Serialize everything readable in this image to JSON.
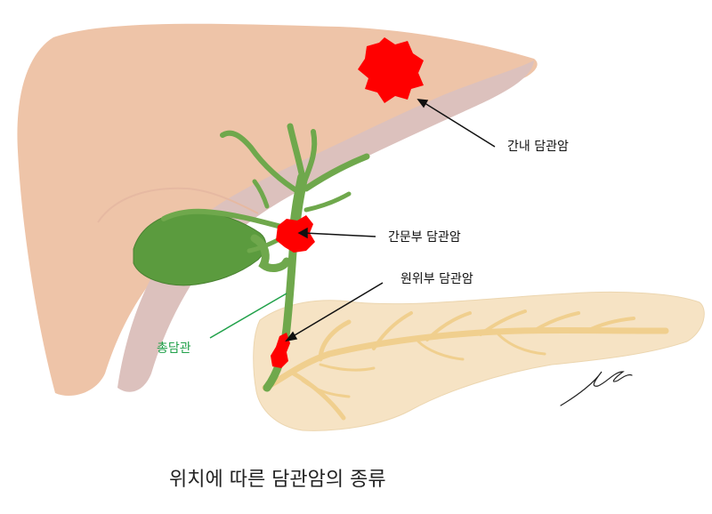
{
  "labels": {
    "intrahepatic": "간내 담관암",
    "hilar": "간문부 담관암",
    "distal": "원위부 담관암",
    "common_bile_duct": "총담관"
  },
  "caption": "위치에 따른 담관암의 종류",
  "colors": {
    "liver": "#eec4a8",
    "liver_underside": "#dcc1bd",
    "bile_duct": "#6fa84c",
    "gallbladder": "#5b9b3e",
    "pancreas": "#f6e3c4",
    "pancreatic_duct": "#f0cf8e",
    "tumor": "#ff0000",
    "common_bile_duct_label": "#21a14a"
  }
}
